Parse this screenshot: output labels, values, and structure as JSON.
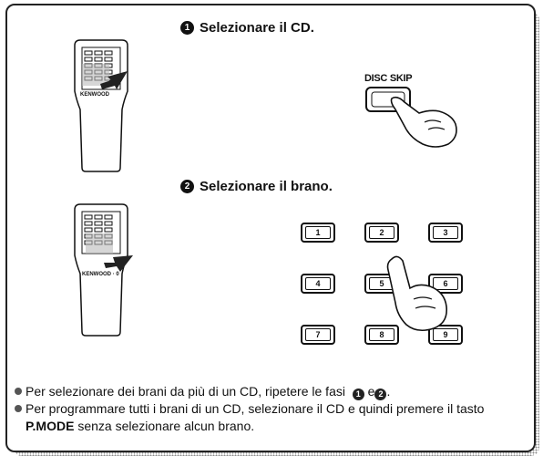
{
  "step1": {
    "number": "1",
    "title": "Selezionare il CD."
  },
  "step2": {
    "number": "2",
    "title": "Selezionare il brano."
  },
  "disc_skip": {
    "label": "DISC SKIP"
  },
  "remote": {
    "brand_label": "KENWOOD"
  },
  "keypad": {
    "keys": [
      "1",
      "2",
      "3",
      "4",
      "5",
      "6",
      "7",
      "8",
      "9"
    ]
  },
  "notes": {
    "line1_text": "Per selezionare dei brani da più di un CD, ripetere le fasi",
    "line1_step_a": "1",
    "line1_and": "e",
    "line1_step_b": "2",
    "line1_end": ".",
    "line2_text": "Per programmare tutti i brani di un CD, selezionare il CD e quindi premere il tasto",
    "line2_key": "P.MODE",
    "line2_end": "senza selezionare alcun brano."
  }
}
